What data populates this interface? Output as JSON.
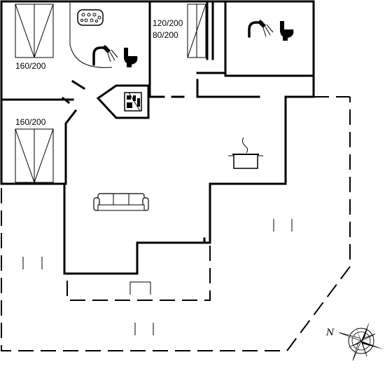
{
  "labels": {
    "bed_top_left": "160/200",
    "bed_bottom_left": "160/200",
    "bed_right_line1": "120/200",
    "bed_right_line2": "80/200"
  },
  "compass": {
    "north_letter": "N"
  },
  "icons": {
    "top_center": "jacuzzi-icon",
    "bath_left": [
      "shower-icon",
      "toilet-icon"
    ],
    "bath_right": [
      "shower-icon",
      "toilet-icon"
    ],
    "utility": "sauna-stove-icon",
    "kitchen": "cooking-pot-icon",
    "living": "sofa-icon"
  },
  "colors": {
    "line": "#000000",
    "background": "#ffffff"
  }
}
